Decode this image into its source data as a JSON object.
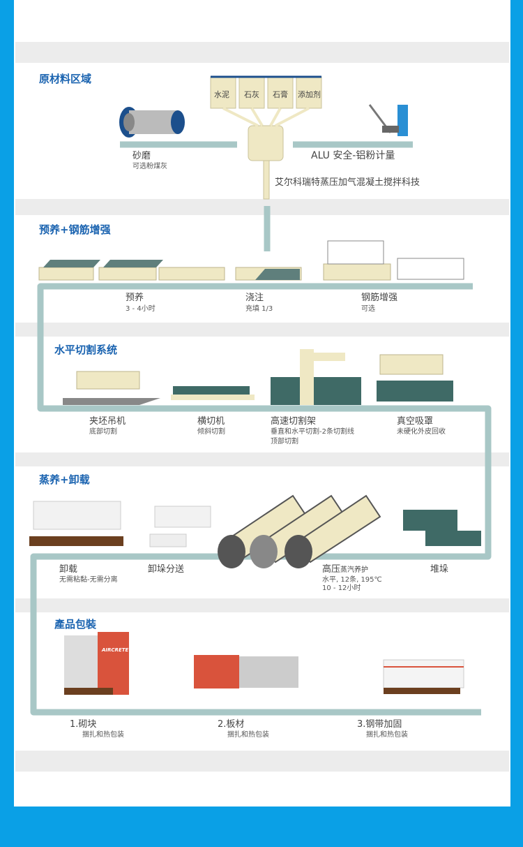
{
  "sections": [
    {
      "title": "原材料区域"
    },
    {
      "title": "预养+钢筋增强"
    },
    {
      "title": "水平切割系统"
    },
    {
      "title": "蒸养+卸载"
    },
    {
      "title": "產品包裝"
    }
  ],
  "raw": {
    "silos": [
      "水泥",
      "石灰",
      "石膏",
      "添加剂"
    ],
    "mill": "砂磨",
    "mill_sub": "可选粉煤灰",
    "alu": "ALU 安全-铝粉计量",
    "mixer": "艾尔科瑞特蒸压加气混凝土搅拌科技"
  },
  "pre": [
    {
      "label": "预养",
      "sub": "3 - 4小时"
    },
    {
      "label": "浇注",
      "sub": "充填 1/3"
    },
    {
      "label": "钢筋增强",
      "sub": "可选"
    }
  ],
  "cut": [
    {
      "label": "夹坯吊机",
      "sub": "底部切割"
    },
    {
      "label": "横切机",
      "sub": "倾斜切割"
    },
    {
      "label": "高速切割架",
      "sub": "垂直和水平切割-2条切割线",
      "sub2": "顶部切割"
    },
    {
      "label": "真空吸罩",
      "sub": "未硬化外皮回收"
    }
  ],
  "steam": [
    {
      "label": "卸载",
      "sub": "无需粘黏-无需分离"
    },
    {
      "label": "卸垛分送"
    },
    {
      "label": "高压",
      "label_small": "蒸汽养护",
      "sub": "水平, 12条, 195℃",
      "sub2": "10 - 12小时"
    },
    {
      "label": "堆垛"
    }
  ],
  "pack": [
    {
      "label": "1.砌块",
      "sub": "捆扎和热包装"
    },
    {
      "label": "2.板材",
      "sub": "捆扎和热包装"
    },
    {
      "label": "3.钢带加固",
      "sub": "捆扎和热包装"
    }
  ],
  "brand": "AIRCRETE",
  "colors": {
    "frame": "#0aa0e6",
    "heading": "#1a63b0",
    "pipe": "#a8c7c6",
    "machine": "#efe8c4",
    "concrete": "#3f6a66",
    "pack_red": "#d9533c"
  }
}
